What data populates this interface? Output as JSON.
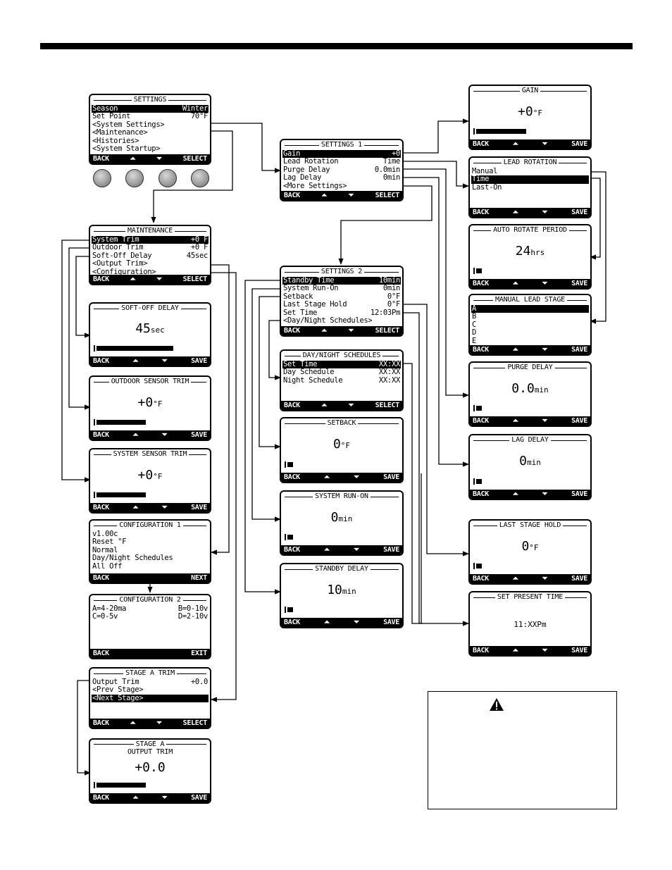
{
  "screens": {
    "settings": {
      "title": "SETTINGS",
      "rows": [
        {
          "l": "Season",
          "r": "Winter",
          "sel": true
        },
        {
          "l": "Set Point",
          "r": "70°F"
        },
        {
          "l": "<System Settings>",
          "r": ""
        },
        {
          "l": "<Maintenance>",
          "r": ""
        },
        {
          "l": "<Histories>",
          "r": ""
        },
        {
          "l": "<System Startup>",
          "r": ""
        }
      ],
      "footer": [
        "BACK",
        "⏶",
        "⏷",
        "SELECT"
      ]
    },
    "maintenance": {
      "title": "MAINTENANCE",
      "rows": [
        {
          "l": "System Trim",
          "r": "+0 F",
          "sel": true
        },
        {
          "l": "Outdoor Trim",
          "r": "+0 F"
        },
        {
          "l": "Soft-Off Delay",
          "r": "45sec"
        },
        {
          "l": "<Output Trim>",
          "r": ""
        },
        {
          "l": "<Configuration>",
          "r": ""
        }
      ],
      "footer": [
        "BACK",
        "⏶",
        "⏷",
        "SELECT"
      ]
    },
    "soft_off_delay": {
      "title": "SOFT-OFF DELAY",
      "value": "45",
      "unit": "sec",
      "level": 0.7,
      "footer": [
        "BACK",
        "⏶",
        "⏷",
        "SAVE"
      ]
    },
    "outdoor_sensor_trim": {
      "title": "OUTDOOR SENSOR TRIM",
      "value": "+0",
      "unit": "°F",
      "level": 0.45,
      "footer": [
        "BACK",
        "⏶",
        "⏷",
        "SAVE"
      ]
    },
    "system_sensor_trim": {
      "title": "SYSTEM SENSOR TRIM",
      "value": "+0",
      "unit": "°F",
      "level": 0.45,
      "footer": [
        "BACK",
        "⏶",
        "⏷",
        "SAVE"
      ]
    },
    "configuration_1": {
      "title": "CONFIGURATION 1",
      "rows": [
        {
          "l": "v1.00c",
          "r": ""
        },
        {
          "l": "Reset °F",
          "r": ""
        },
        {
          "l": "Normal",
          "r": ""
        },
        {
          "l": "Day/Night Schedules",
          "r": ""
        },
        {
          "l": "All Off",
          "r": ""
        }
      ],
      "footer": [
        "BACK",
        "",
        "",
        "NEXT"
      ]
    },
    "configuration_2": {
      "title": "CONFIGURATION 2",
      "rows": [
        {
          "l": "A=4-20ma",
          "r": "B=0-10v"
        },
        {
          "l": "C=0-5v",
          "r": "D=2-10v"
        }
      ],
      "footer": [
        "BACK",
        "",
        "",
        "EXIT"
      ]
    },
    "stage_a_trim": {
      "title": "STAGE A TRIM",
      "rows": [
        {
          "l": "Output Trim",
          "r": "+0.0"
        },
        {
          "l": "<Prev Stage>",
          "r": ""
        },
        {
          "l": "<Next Stage>",
          "r": "",
          "sel": true
        }
      ],
      "footer": [
        "BACK",
        "⏶",
        "⏷",
        "SELECT"
      ]
    },
    "stage_a_output_trim": {
      "title": "STAGE A",
      "title2": "OUTPUT TRIM",
      "value": "+0.0",
      "unit": "",
      "level": 0.45,
      "footer": [
        "BACK",
        "⏶",
        "⏷",
        "SAVE"
      ]
    },
    "settings_1": {
      "title": "SETTINGS 1",
      "rows": [
        {
          "l": "Gain",
          "r": "+0",
          "sel": true
        },
        {
          "l": "Lead Rotation",
          "r": "Time"
        },
        {
          "l": "Purge Delay",
          "r": "0.0min"
        },
        {
          "l": "Lag Delay",
          "r": "0min"
        },
        {
          "l": "<More Settings>",
          "r": ""
        }
      ],
      "footer": [
        "BACK",
        "⏶",
        "⏷",
        "SELECT"
      ]
    },
    "settings_2": {
      "title": "SETTINGS 2",
      "rows": [
        {
          "l": "Standby Time",
          "r": "10min",
          "sel": true
        },
        {
          "l": "System Run-On",
          "r": "0min"
        },
        {
          "l": "Setback",
          "r": "0°F"
        },
        {
          "l": "Last Stage Hold",
          "r": "0°F"
        },
        {
          "l": "Set Time",
          "r": "12:03Pm"
        },
        {
          "l": "<Day/Night Schedules>",
          "r": ""
        }
      ],
      "footer": [
        "BACK",
        "⏶",
        "⏷",
        "SELECT"
      ]
    },
    "day_night_schedules": {
      "title": "DAY/NIGHT SCHEDULES",
      "rows": [
        {
          "l": "Set Time",
          "r": "XX:XX",
          "sel": true
        },
        {
          "l": "Day Schedule",
          "r": "XX:XX"
        },
        {
          "l": "Night Schedule",
          "r": "XX:XX"
        }
      ],
      "footer": [
        "BACK",
        "⏶",
        "⏷",
        "SELECT"
      ]
    },
    "setback": {
      "title": "SETBACK",
      "value": "0",
      "unit": "°F",
      "level": 0.05,
      "footer": [
        "BACK",
        "⏶",
        "⏷",
        "SAVE"
      ]
    },
    "system_run_on": {
      "title": "SYSTEM RUN-ON",
      "value": "0",
      "unit": "min",
      "level": 0.05,
      "footer": [
        "BACK",
        "⏶",
        "⏷",
        "SAVE"
      ]
    },
    "standby_delay": {
      "title": "STANDBY DELAY",
      "value": "10",
      "unit": "min",
      "level": 0.05,
      "footer": [
        "BACK",
        "⏶",
        "⏷",
        "SAVE"
      ]
    },
    "gain": {
      "title": "GAIN",
      "value": "+0",
      "unit": "°F",
      "level": 0.45,
      "footer": [
        "BACK",
        "⏶",
        "⏷",
        "SAVE"
      ]
    },
    "lead_rotation": {
      "title": "LEAD ROTATION",
      "rows": [
        {
          "l": "Manual",
          "r": ""
        },
        {
          "l": "Time",
          "r": "",
          "sel": true
        },
        {
          "l": "Last-On",
          "r": ""
        }
      ],
      "footer": [
        "BACK",
        "⏶",
        "⏷",
        "SAVE"
      ]
    },
    "auto_rotate_period": {
      "title": "AUTO ROTATE PERIOD",
      "value": "24",
      "unit": "hrs",
      "level": 0.05,
      "footer": [
        "BACK",
        "⏶",
        "⏷",
        "SAVE"
      ]
    },
    "manual_lead_stage": {
      "title": "MANUAL LEAD STAGE",
      "rows": [
        {
          "l": "A",
          "r": "",
          "sel": true
        },
        {
          "l": "B",
          "r": ""
        },
        {
          "l": "C",
          "r": ""
        },
        {
          "l": "D",
          "r": ""
        },
        {
          "l": "E",
          "r": ""
        }
      ],
      "footer": [
        "BACK",
        "⏶",
        "⏷",
        "SAVE"
      ]
    },
    "purge_delay": {
      "title": "PURGE DELAY",
      "value": "0.0",
      "unit": "min",
      "level": 0.05,
      "footer": [
        "BACK",
        "⏶",
        "⏷",
        "SAVE"
      ]
    },
    "lag_delay": {
      "title": "LAG DELAY",
      "value": "0",
      "unit": "min",
      "level": 0.05,
      "footer": [
        "BACK",
        "⏶",
        "⏷",
        "SAVE"
      ]
    },
    "last_stage_hold": {
      "title": "LAST STAGE HOLD",
      "value": "0",
      "unit": "°F",
      "level": 0.05,
      "footer": [
        "BACK",
        "⏶",
        "⏷",
        "SAVE"
      ]
    },
    "set_present_time": {
      "title": "SET PRESENT TIME",
      "value": "11:",
      "unit": "XXPm",
      "level": null,
      "footer": [
        "BACK",
        "⏶",
        "⏷",
        "SAVE"
      ]
    }
  },
  "icons": {
    "warning": "warning-triangle-icon",
    "keypad_buttons": [
      "button-1",
      "button-2",
      "button-3",
      "button-4"
    ]
  }
}
